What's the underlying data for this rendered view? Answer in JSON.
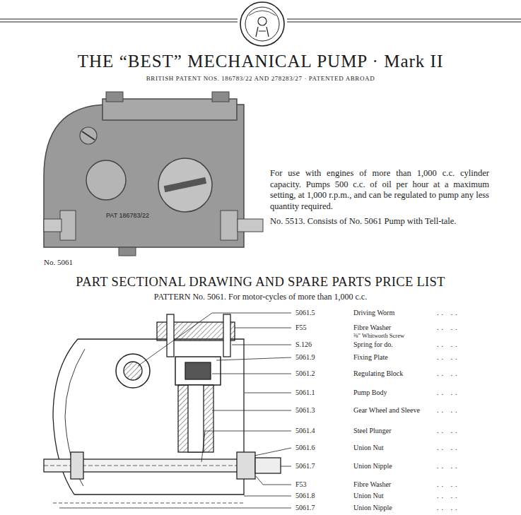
{
  "diagram": {
    "title": "THE “BEST” MECHANICAL PUMP · Mark II",
    "labels": [
      "BRITISH PATENT NOS. 186783/22 AND 278283/27 · PATENTED ABROAD",
      "PAT 186783/22",
      "For use with engines of more than 1,000 c.c. cylinder capacity. Pumps 500 c.c. of oil per hour at a maximum setting, at 1,000 r.p.m., and can be regulated to pump any less quantity required.",
      "No. 5513. Consists of No. 5061 Pump with Tell-tale.",
      "No. 5061",
      "PART SECTIONAL DRAWING AND SPARE PARTS PRICE LIST",
      "PATTERN No. 5061. For motor-cycles of more than 1,000 c.c.",
      "5061.5",
      "Driving Worm",
      ".. ..",
      "F55",
      "Fibre Washer",
      ".. ..",
      "⅜″ Whitworth Screw",
      "S.126",
      "Spring for do.",
      ".. ..",
      "5061.9",
      "Fixing Plate",
      ".. ..",
      "5061.2",
      "Regulating Block",
      ".. ..",
      "5061.1",
      "Pump Body",
      ".. ..",
      "5061.3",
      "Gear Wheel and Sleeve",
      ".. ..",
      "5061.4",
      "Steel Plunger",
      ".. ..",
      "5061.6",
      "Union Nut",
      ".. ..",
      "5061.7",
      "Union Nipple",
      ".. ..",
      "F53",
      "Fibre Washer",
      ".. ..",
      "5061.8",
      "Union Nut",
      ".. ..",
      "5061.7",
      "Union Nipple",
      ".. .."
    ]
  }
}
